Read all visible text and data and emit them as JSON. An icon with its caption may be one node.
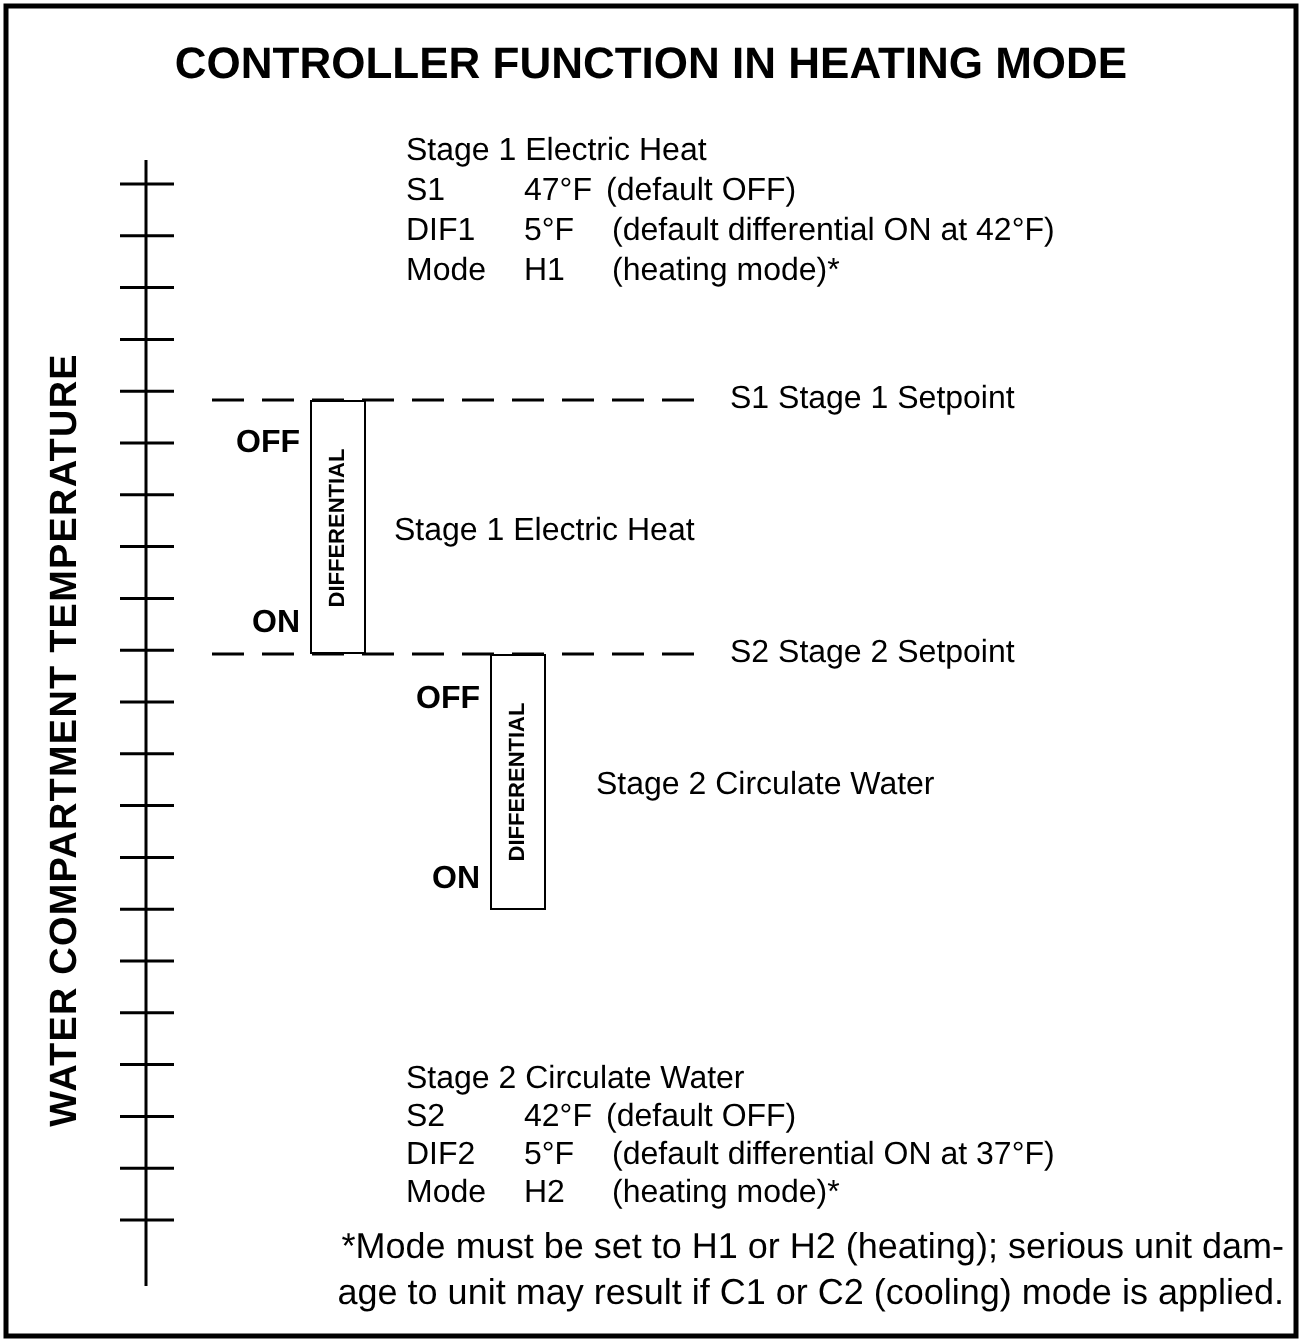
{
  "diagram": {
    "title": "CONTROLLER FUNCTION IN HEATING MODE",
    "nodes": [
      {
        "text": [
          "DIFFERENTIAL"
        ],
        "beside": [
          "OFF",
          "ON"
        ]
      },
      {
        "text": [
          "DIFFERENTIAL"
        ],
        "beside": [
          "OFF",
          "ON"
        ]
      }
    ],
    "edges": [],
    "labels": [
      "Stage 1 Electric Heat",
      "S1",
      "47°F",
      "(default OFF)",
      "DIF1",
      "5°F",
      "(default differential ON at 42°F)",
      "Mode",
      "H1",
      "(heating mode)*",
      "S1 Stage 1 Setpoint",
      "Stage 1 Electric Heat",
      "S2 Stage 2 Setpoint",
      "Stage 2 Circulate Water",
      "Stage 2 Circulate Water",
      "S2",
      "42°F",
      "(default OFF)",
      "DIF2",
      "5°F",
      "(default differential ON at 37°F)",
      "Mode",
      "H2",
      "(heating mode)*",
      "*Mode must be set to H1 or H2 (heating); serious unit dam- age to unit may result if C1 or C2 (cooling) mode is applied.",
      "WATER COMPARTMENT TEMPERATURE"
    ]
  }
}
